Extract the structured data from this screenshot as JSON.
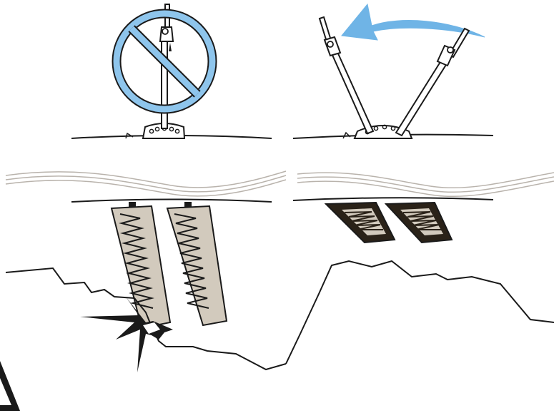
{
  "diagram": {
    "colors": {
      "outline": "#1a1a1a",
      "prohibition_blue": "#8ec5ec",
      "fin_fill": "#d2cabd",
      "fin_dark": "#2a2218",
      "arrow_blue": "#6fb4e6",
      "water_line": "#b9b3ac",
      "background": "#ffffff"
    },
    "panels": [
      {
        "id": "incorrect",
        "indicator": "prohibition-icon",
        "lever_state": "upright",
        "fins_state": "deployed-vertical",
        "seabed_contact": true
      },
      {
        "id": "correct",
        "indicator": "curved-arrow-icon",
        "lever_state": "tilted",
        "fins_state": "retracted",
        "seabed_contact": false
      }
    ],
    "warning_icon": "warning-triangle-icon"
  }
}
